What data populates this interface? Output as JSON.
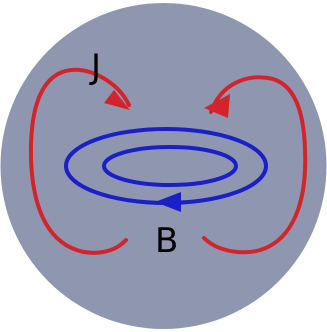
{
  "diagram": {
    "labels": {
      "current": "J",
      "field": "B"
    },
    "colors": {
      "background_disk": "#8f97b0",
      "current_loops": "#d3242b",
      "field_loops": "#1b1fc7",
      "label_text": "#000000"
    },
    "elements": {
      "disk": "sphere-cross-section",
      "current_loop_left": "poloidal-current-loop",
      "current_loop_right": "poloidal-current-loop",
      "field_loop_outer": "toroidal-field-loop",
      "field_loop_inner": "toroidal-field-loop"
    }
  }
}
